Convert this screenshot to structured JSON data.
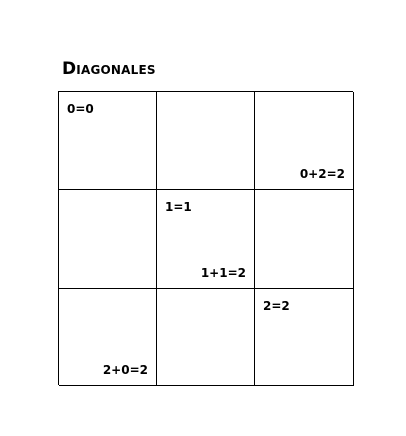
{
  "title": "Diagonales",
  "cells": [
    {
      "row": 0,
      "col": 0,
      "top_left": "0=0",
      "bottom_right": ""
    },
    {
      "row": 0,
      "col": 1,
      "top_left": "",
      "bottom_right": ""
    },
    {
      "row": 0,
      "col": 2,
      "top_left": "",
      "bottom_right": "0+2=2"
    },
    {
      "row": 1,
      "col": 0,
      "top_left": "",
      "bottom_right": ""
    },
    {
      "row": 1,
      "col": 1,
      "top_left": "1=1",
      "bottom_right": "1+1=2"
    },
    {
      "row": 1,
      "col": 2,
      "top_left": "",
      "bottom_right": ""
    },
    {
      "row": 2,
      "col": 0,
      "top_left": "",
      "bottom_right": "2+0=2"
    },
    {
      "row": 2,
      "col": 1,
      "top_left": "",
      "bottom_right": ""
    },
    {
      "row": 2,
      "col": 2,
      "top_left": "2=2",
      "bottom_right": ""
    }
  ]
}
